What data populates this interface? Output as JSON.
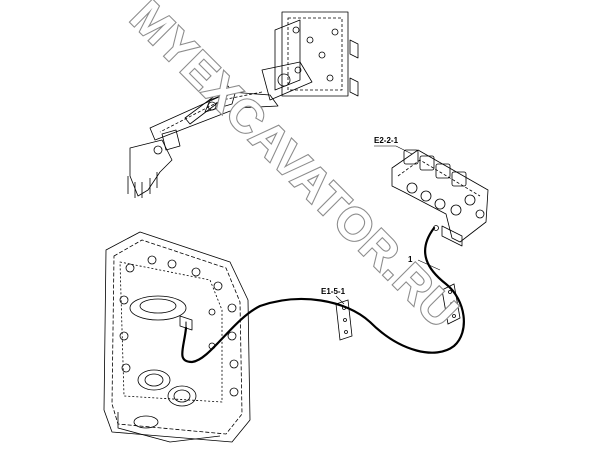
{
  "callouts": {
    "valve": "E2-2-1",
    "connector": "E1-5-1",
    "item": "1"
  },
  "watermark": "MYEXCAVATOR.RU",
  "colors": {
    "line": "#000000",
    "watermark_outline": "#8c8c8c"
  }
}
